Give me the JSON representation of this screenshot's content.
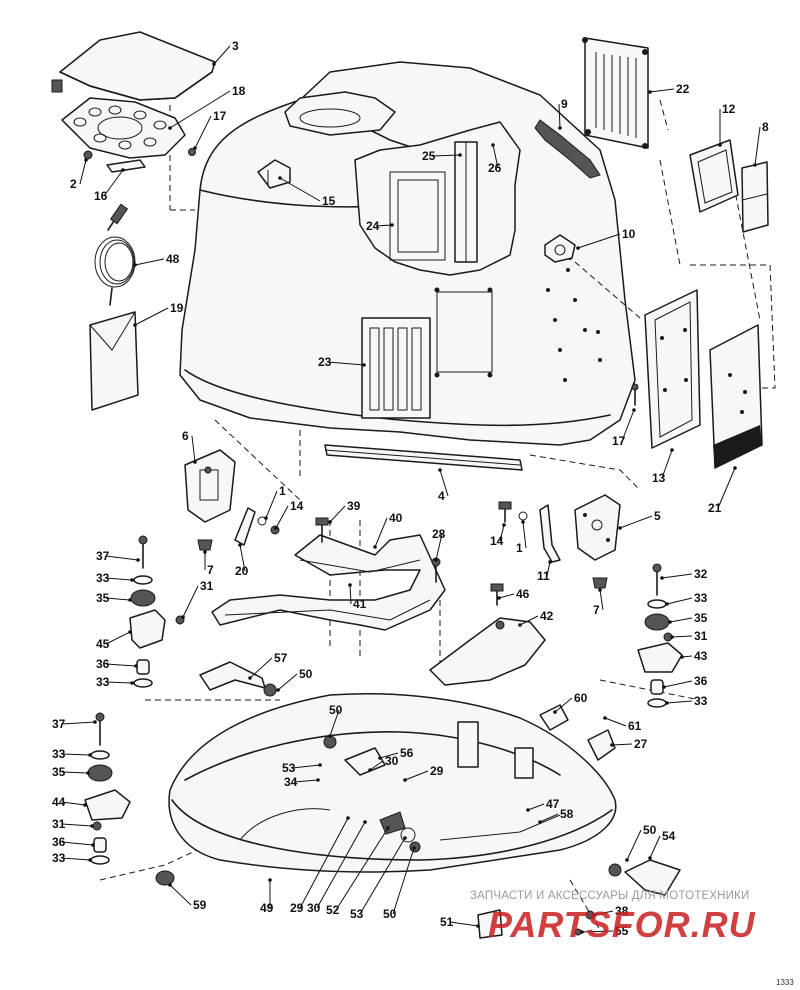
{
  "diagram": {
    "callouts": [
      {
        "id": "c3",
        "label": "3"
      },
      {
        "id": "c18",
        "label": "18"
      },
      {
        "id": "c17a",
        "label": "17"
      },
      {
        "id": "c2",
        "label": "2"
      },
      {
        "id": "c16",
        "label": "16"
      },
      {
        "id": "c15",
        "label": "15"
      },
      {
        "id": "c25",
        "label": "25"
      },
      {
        "id": "c26",
        "label": "26"
      },
      {
        "id": "c9",
        "label": "9"
      },
      {
        "id": "c22",
        "label": "22"
      },
      {
        "id": "c12",
        "label": "12"
      },
      {
        "id": "c8",
        "label": "8"
      },
      {
        "id": "c24",
        "label": "24"
      },
      {
        "id": "c10",
        "label": "10"
      },
      {
        "id": "c48",
        "label": "48"
      },
      {
        "id": "c19",
        "label": "19"
      },
      {
        "id": "c23",
        "label": "23"
      },
      {
        "id": "c17b",
        "label": "17"
      },
      {
        "id": "c13",
        "label": "13"
      },
      {
        "id": "c21",
        "label": "21"
      },
      {
        "id": "c6",
        "label": "6"
      },
      {
        "id": "c4",
        "label": "4"
      },
      {
        "id": "c1a",
        "label": "1"
      },
      {
        "id": "c14a",
        "label": "14"
      },
      {
        "id": "c39",
        "label": "39"
      },
      {
        "id": "c40",
        "label": "40"
      },
      {
        "id": "c14b",
        "label": "14"
      },
      {
        "id": "c1b",
        "label": "1"
      },
      {
        "id": "c5",
        "label": "5"
      },
      {
        "id": "c37a",
        "label": "37"
      },
      {
        "id": "c7a",
        "label": "7"
      },
      {
        "id": "c20",
        "label": "20"
      },
      {
        "id": "c28",
        "label": "28"
      },
      {
        "id": "c11",
        "label": "11"
      },
      {
        "id": "c32",
        "label": "32"
      },
      {
        "id": "c33a",
        "label": "33"
      },
      {
        "id": "c31a",
        "label": "31"
      },
      {
        "id": "c41",
        "label": "41"
      },
      {
        "id": "c46",
        "label": "46"
      },
      {
        "id": "c7b",
        "label": "7"
      },
      {
        "id": "c33b",
        "label": "33"
      },
      {
        "id": "c35a",
        "label": "35"
      },
      {
        "id": "c35b",
        "label": "35"
      },
      {
        "id": "c42",
        "label": "42"
      },
      {
        "id": "c31b",
        "label": "31"
      },
      {
        "id": "c45",
        "label": "45"
      },
      {
        "id": "c43",
        "label": "43"
      },
      {
        "id": "c36a",
        "label": "36"
      },
      {
        "id": "c57",
        "label": "57"
      },
      {
        "id": "c36b",
        "label": "36"
      },
      {
        "id": "c33c",
        "label": "33"
      },
      {
        "id": "c50a",
        "label": "50"
      },
      {
        "id": "c33d",
        "label": "33"
      },
      {
        "id": "c60",
        "label": "60"
      },
      {
        "id": "c50b",
        "label": "50"
      },
      {
        "id": "c61",
        "label": "61"
      },
      {
        "id": "c37b",
        "label": "37"
      },
      {
        "id": "c27",
        "label": "27"
      },
      {
        "id": "c56",
        "label": "56"
      },
      {
        "id": "c33e",
        "label": "33"
      },
      {
        "id": "c53a",
        "label": "53"
      },
      {
        "id": "c30a",
        "label": "30"
      },
      {
        "id": "c35c",
        "label": "35"
      },
      {
        "id": "c29a",
        "label": "29"
      },
      {
        "id": "c34",
        "label": "34"
      },
      {
        "id": "c44",
        "label": "44"
      },
      {
        "id": "c47",
        "label": "47"
      },
      {
        "id": "c58",
        "label": "58"
      },
      {
        "id": "c31c",
        "label": "31"
      },
      {
        "id": "c36c",
        "label": "36"
      },
      {
        "id": "c50c",
        "label": "50"
      },
      {
        "id": "c54",
        "label": "54"
      },
      {
        "id": "c33f",
        "label": "33"
      },
      {
        "id": "c59",
        "label": "59"
      },
      {
        "id": "c49",
        "label": "49"
      },
      {
        "id": "c29b",
        "label": "29"
      },
      {
        "id": "c30b",
        "label": "30"
      },
      {
        "id": "c52",
        "label": "52"
      },
      {
        "id": "c53b",
        "label": "53"
      },
      {
        "id": "c50d",
        "label": "50"
      },
      {
        "id": "c51",
        "label": "51"
      },
      {
        "id": "c38",
        "label": "38"
      },
      {
        "id": "c55",
        "label": "55"
      }
    ]
  },
  "watermark": {
    "caption": "ЗАПЧАСТИ И АКСЕССУАРЫ ДЛЯ МОТОТЕХНИКИ",
    "logo": "PARTSFOR.RU"
  },
  "page_code": "1333"
}
